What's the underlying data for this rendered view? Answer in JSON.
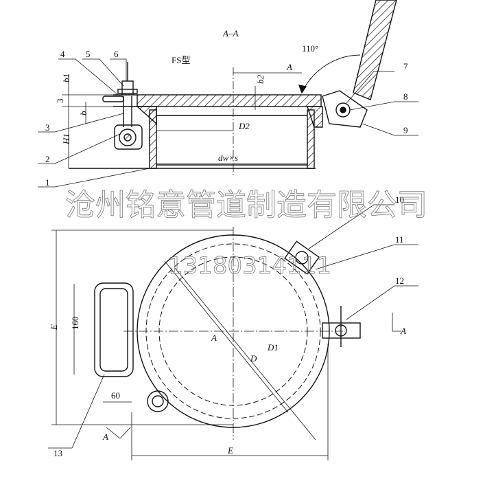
{
  "title": {
    "section": "A–A",
    "model": "FS型"
  },
  "angle": "110°",
  "dimensions": {
    "A_top": "A",
    "b1": "b1",
    "b2": "b2",
    "b": "b",
    "H1": "H1",
    "D2": "D2",
    "dw_s": "dw×s",
    "D1": "D1",
    "D": "D",
    "E_vertical": "E",
    "E_horizontal": "E",
    "h160": "160",
    "w60": "60",
    "section_A_center": "A",
    "section_A_right": "A",
    "section_A_bottom": "A"
  },
  "part_numbers": [
    "1",
    "2",
    "3",
    "3",
    "4",
    "5",
    "6",
    "7",
    "8",
    "9",
    "10",
    "11",
    "12",
    "13"
  ],
  "watermark": {
    "company": "沧州铭意管道制造有限公司",
    "phone": "13180314111"
  }
}
